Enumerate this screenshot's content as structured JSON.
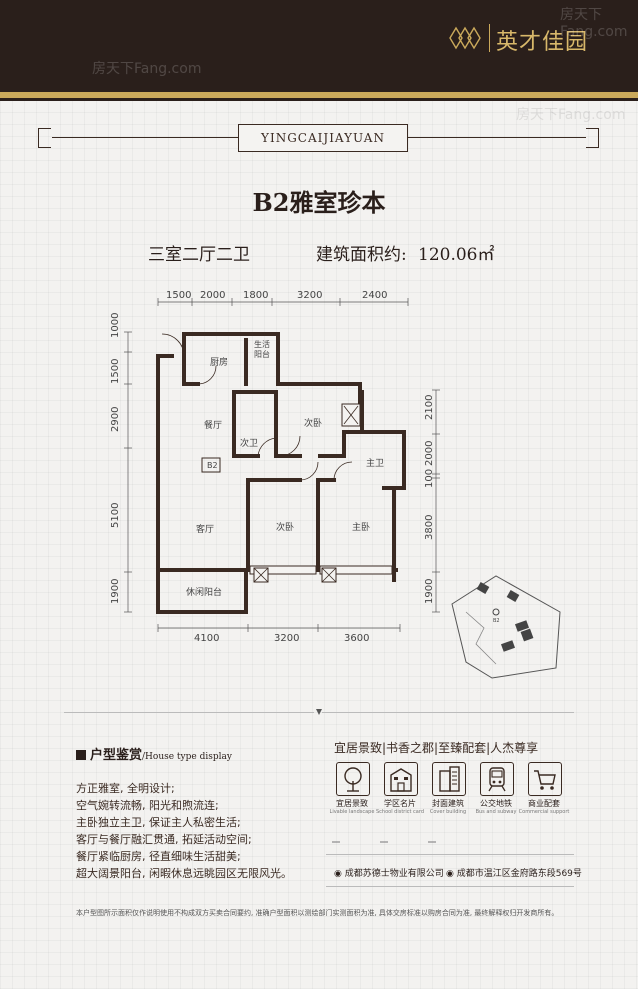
{
  "brand": {
    "name": "英才佳园",
    "pinyin": "YINGCAIJIAYUAN"
  },
  "watermark": {
    "text1": "房天下Fang.com",
    "text2": "房天下Fang.com"
  },
  "unit": {
    "title": "B2雅室珍本",
    "layout": "三室二厅二卫",
    "area_label": "建筑面积约:",
    "area_value": "120.06㎡",
    "plan_tag": "B2"
  },
  "dimensions": {
    "top": [
      "1500",
      "2000",
      "1800",
      "3200",
      "2400"
    ],
    "bottom": [
      "4100",
      "3200",
      "3600"
    ],
    "left": [
      "1000",
      "1500",
      "2900",
      "5100",
      "1900"
    ],
    "right": [
      "2100",
      "2000",
      "100",
      "3800",
      "1900"
    ]
  },
  "rooms": {
    "kitchen": "厨房",
    "utility_balcony": "生活阳台",
    "dining": "餐厅",
    "second_bath": "次卫",
    "second_bedroom_top": "次卧",
    "master_bath": "主卫",
    "living": "客厅",
    "second_bedroom_bottom": "次卧",
    "master_bedroom": "主卧",
    "leisure_balcony": "休闲阳台"
  },
  "features": {
    "title": "户型鉴赏",
    "title_en": "/House type display",
    "lines": [
      "方正雅室, 全明设计;",
      "空气婉转流畅, 阳光和煦流连;",
      "主卧独立主卫, 保证主人私密生活;",
      "客厅与餐厅融汇贯通, 拓延活动空间;",
      "餐厅紧临厨房, 径直细味生活甜美;",
      "超大阔景阳台, 闲暇休息远眺园区无限风光。"
    ]
  },
  "tagline": "宜居景致|书香之郡|至臻配套|人杰尊享",
  "amenities": [
    {
      "icon": "tree-icon",
      "label": "宜居景致",
      "en": "Livable landscape"
    },
    {
      "icon": "school-icon",
      "label": "学区名片",
      "en": "School district card"
    },
    {
      "icon": "building-icon",
      "label": "封面建筑",
      "en": "Cover building"
    },
    {
      "icon": "subway-icon",
      "label": "公交地铁",
      "en": "Bus and subway"
    },
    {
      "icon": "cart-icon",
      "label": "商业配套",
      "en": "Commercial support"
    }
  ],
  "companies": {
    "property": "成都苏德士物业有限公司",
    "address": "成都市温江区金府路东段569号"
  },
  "footer_note": "本户型图所示面积仅作说明使用不构成双方买卖合同要约, 准确户型面积以测绘部门实测面积为准, 具体交房标准以购房合同为准, 最终解释权归开发商所有。",
  "colors": {
    "dark": "#2a1f1b",
    "gold": "#caa95b"
  }
}
